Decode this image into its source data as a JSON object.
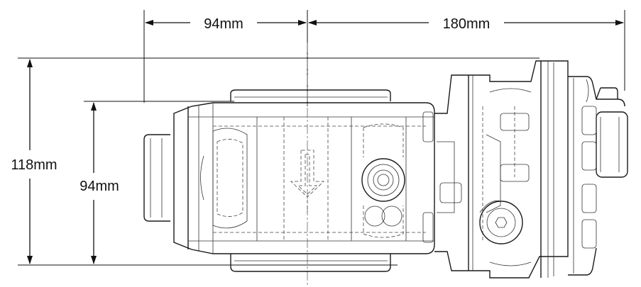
{
  "dimensions": {
    "top_left_width": "94mm",
    "top_right_length": "180mm",
    "left_outer_height": "118mm",
    "left_inner_height": "94mm"
  },
  "colors": {
    "line": "#111111",
    "background": "#ffffff"
  }
}
